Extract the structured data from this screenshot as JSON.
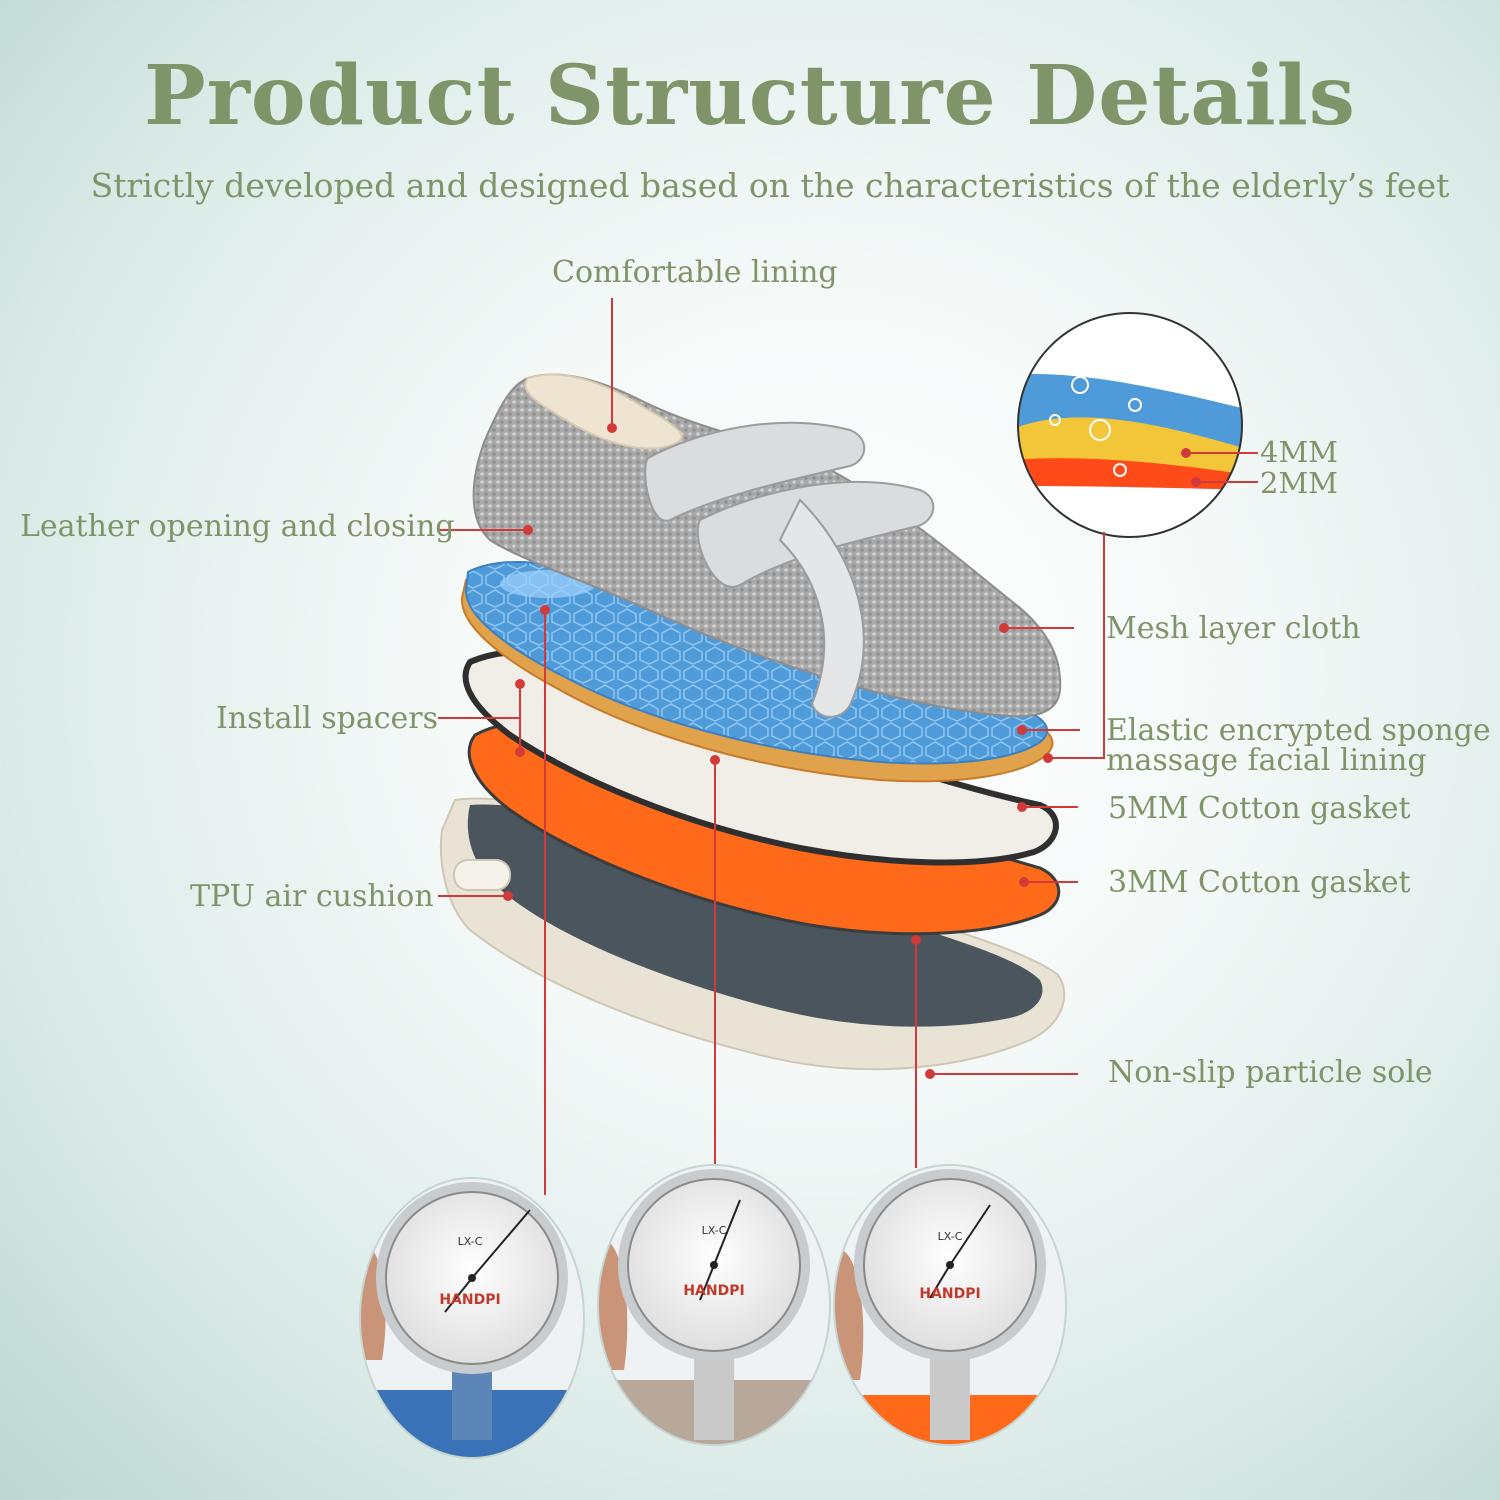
{
  "header": {
    "title": "Product Structure Details",
    "subtitle": "Strictly developed and designed based on the characteristics of the elderly’s feet"
  },
  "labels": {
    "comfortable_lining": "Comfortable lining",
    "leather_opening": "Leather opening and closing",
    "install_spacers": "Install spacers",
    "tpu_air_cushion": "TPU air cushion",
    "mesh_layer": "Mesh layer cloth",
    "elastic_sponge_1": "Elastic encrypted sponge",
    "elastic_sponge_2": "massage facial lining",
    "cotton_5mm": "5MM Cotton gasket",
    "cotton_3mm": "3MM Cotton gasket",
    "non_slip_sole": "Non-slip particle sole"
  },
  "detail": {
    "thickness_top": "4MM",
    "thickness_bottom": "2MM"
  },
  "gauges": [
    {
      "model": "LX-C",
      "brand": "HANDPI"
    },
    {
      "model": "LX-C",
      "brand": "HANDPI"
    },
    {
      "model": "LX-C",
      "brand": "HANDPI"
    }
  ],
  "colors": {
    "text": "#7f9468",
    "leader": "#d23a3a",
    "insole_blue": "#4f9ad8",
    "orange": "#ff6a1a",
    "sole_dark": "#4a555d",
    "sole_cream": "#e9e3d6",
    "mesh_gray": "#a7a7a7"
  }
}
